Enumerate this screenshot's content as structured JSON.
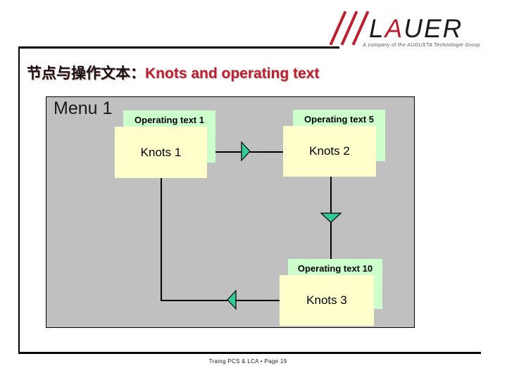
{
  "logo": {
    "brand_l": "L",
    "brand_a": "A",
    "brand_rest": "UER",
    "tagline": "A company of the AUGUSTA Technologie Group"
  },
  "title": {
    "chinese": "节点与操作文本：",
    "english": "Knots and operating text"
  },
  "diagram": {
    "menu_label": "Menu 1",
    "nodes": [
      {
        "id": "operating-text-1",
        "type": "operating",
        "label": "Operating text 1"
      },
      {
        "id": "knots-1",
        "type": "knot",
        "label": "Knots 1"
      },
      {
        "id": "operating-text-5",
        "type": "operating",
        "label": "Operating text 5"
      },
      {
        "id": "knots-2",
        "type": "knot",
        "label": "Knots 2"
      },
      {
        "id": "operating-text-10",
        "type": "operating",
        "label": "Operating text 10"
      },
      {
        "id": "knots-3",
        "type": "knot",
        "label": "Knots 3"
      }
    ],
    "connections": [
      {
        "from": "knots-1",
        "to": "knots-2",
        "direction": "right"
      },
      {
        "from": "knots-2",
        "to": "operating-text-10",
        "direction": "down"
      },
      {
        "from": "knots-3",
        "to": "knots-1",
        "direction": "left-then-up"
      }
    ]
  },
  "footer": {
    "text": "Traing PCS & LCA • Page 19"
  },
  "colors": {
    "accent-red": "#bf1e2e",
    "panel-gray": "#c0c0c0",
    "operating-green": "#ccffcc",
    "knots-cream": "#ffffcc",
    "arrow-teal": "#33cc99"
  }
}
